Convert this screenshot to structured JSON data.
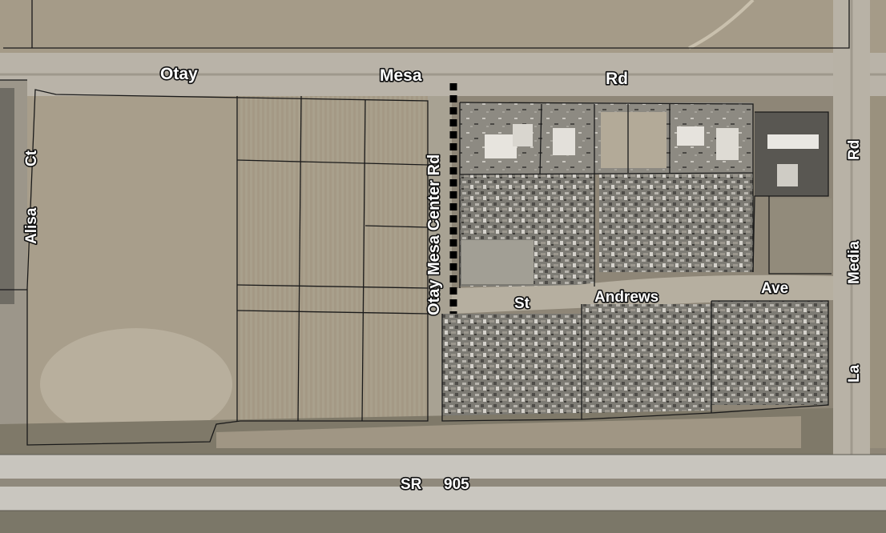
{
  "map": {
    "road_labels": {
      "otay": "Otay",
      "mesa": "Mesa",
      "rd_top": "Rd",
      "alisa": "Alisa",
      "ct": "Ct",
      "otay_mesa_center_rd": "Otay Mesa Center Rd",
      "st": "St",
      "andrews": "Andrews",
      "ave": "Ave",
      "la": "La",
      "media": "Media",
      "rd_right": "Rd",
      "sr": "SR",
      "route_905": "905"
    },
    "colors": {
      "field": "#a39784",
      "field_light": "#b5aa96",
      "road": "#b9b3a8",
      "freeway": "#c7c4bd",
      "parcel_line": "#1a1a1a",
      "label_fill": "#ffffff",
      "label_outline": "#111111",
      "proposed_line": "#000000",
      "salvage_yard": "#7f7f78"
    }
  }
}
